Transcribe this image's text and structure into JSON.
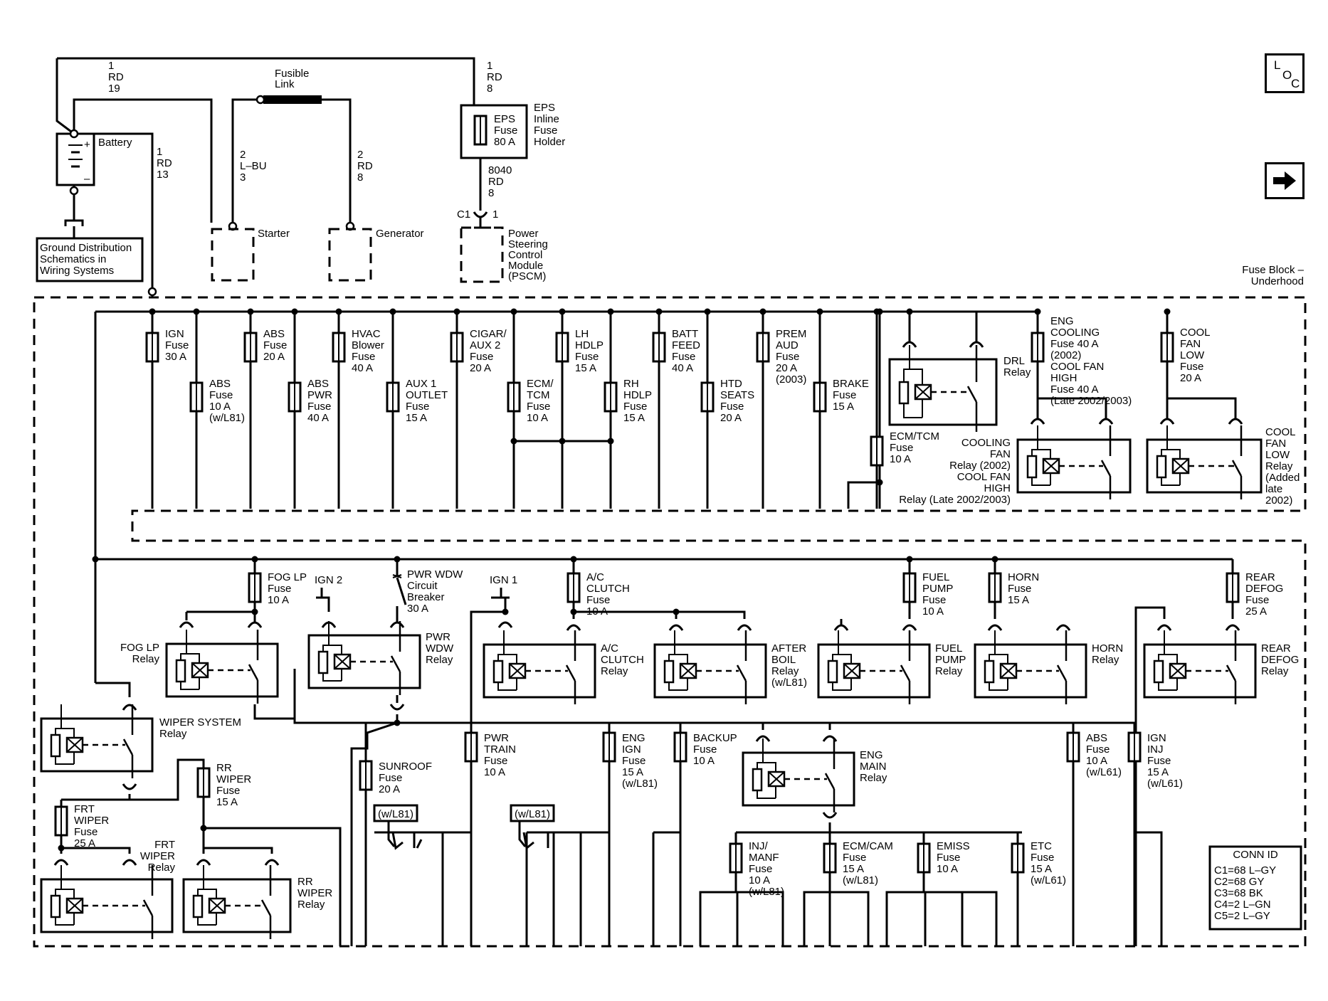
{
  "nav": {
    "loc_l": "L",
    "loc_o": "O",
    "loc_c": "C",
    "next_icon": "arrow-right-icon"
  },
  "top": {
    "wire_rd19": [
      "1",
      "RD",
      "19"
    ],
    "wire_rd8": [
      "1",
      "RD",
      "8"
    ],
    "wire_rd13": [
      "1",
      "RD",
      "13"
    ],
    "wire_lbu3": [
      "2",
      "L–BU",
      "3"
    ],
    "wire_rd8b": [
      "2",
      "RD",
      "8"
    ],
    "wire_8040": [
      "8040",
      "RD",
      "8"
    ],
    "fusible": [
      "Fusible",
      "Link"
    ],
    "battery": "Battery",
    "starter": "Starter",
    "generator": "Generator",
    "eps_fuse": [
      "EPS",
      "Fuse",
      "80 A"
    ],
    "eps_holder": [
      "EPS",
      "Inline",
      "Fuse",
      "Holder"
    ],
    "c1": "C1",
    "c1_pin": "1",
    "pscm": [
      "Power",
      "Steering",
      "Control",
      "Module",
      "(PSCM)"
    ],
    "ground_box": [
      "Ground Distribution",
      "Schematics in",
      "Wiring Systems"
    ],
    "fuse_block": [
      "Fuse Block –",
      "Underhood"
    ]
  },
  "row1_fuses": [
    [
      "IGN",
      "Fuse",
      "30 A"
    ],
    [
      "ABS",
      "Fuse",
      "10 A",
      "(w/L81)"
    ],
    [
      "ABS",
      "Fuse",
      "20 A"
    ],
    [
      "ABS",
      "PWR",
      "Fuse",
      "40 A"
    ],
    [
      "HVAC",
      "Blower",
      "Fuse",
      "40 A"
    ],
    [
      "AUX 1",
      "OUTLET",
      "Fuse",
      "15 A"
    ],
    [
      "CIGAR/",
      "AUX 2",
      "Fuse",
      "20 A"
    ],
    [
      "ECM/",
      "TCM",
      "Fuse",
      "10 A"
    ],
    [
      "LH",
      "HDLP",
      "Fuse",
      "15 A"
    ],
    [
      "RH",
      "HDLP",
      "Fuse",
      "15 A"
    ],
    [
      "BATT",
      "FEED",
      "Fuse",
      "40 A"
    ],
    [
      "HTD",
      "SEATS",
      "Fuse",
      "20 A"
    ],
    [
      "PREM",
      "AUD",
      "Fuse",
      "20 A",
      "(2003)"
    ],
    [
      "BRAKE",
      "Fuse",
      "15 A"
    ],
    [
      "ECM/TCM",
      "Fuse",
      "10 A"
    ],
    [
      "ENG",
      "COOLING",
      "Fuse  40 A",
      "(2002)",
      "COOL FAN",
      "HIGH",
      "Fuse  40 A",
      "(Late 2002/2003)"
    ],
    [
      "COOL",
      "FAN",
      "LOW",
      "Fuse",
      "20 A"
    ]
  ],
  "row1_relays": {
    "drl": [
      "DRL",
      "Relay"
    ],
    "cooling": [
      "COOLING",
      "FAN",
      "Relay (2002)",
      "COOL FAN",
      "HIGH",
      "Relay (Late 2002/2003)"
    ],
    "coolfanlow": [
      "COOL",
      "FAN",
      "LOW",
      "Relay",
      "(Added",
      "late",
      "2002)"
    ]
  },
  "row2": {
    "foglp_fuse": [
      "FOG LP",
      "Fuse",
      "10 A"
    ],
    "ign2": "IGN 2",
    "pwrwdw_cb": [
      "PWR WDW",
      "Circuit",
      "Breaker",
      "30 A"
    ],
    "ign1": "IGN 1",
    "ac_fuse": [
      "A/C",
      "CLUTCH",
      "Fuse",
      "10 A"
    ],
    "fuelpump_fuse": [
      "FUEL",
      "PUMP",
      "Fuse",
      "10 A"
    ],
    "horn_fuse": [
      "HORN",
      "Fuse",
      "15 A"
    ],
    "reardefog_fuse": [
      "REAR",
      "DEFOG",
      "Fuse",
      "25 A"
    ],
    "foglp_relay": [
      "FOG LP",
      "Relay"
    ],
    "pwrwdw_relay": [
      "PWR",
      "WDW",
      "Relay"
    ],
    "ac_relay": [
      "A/C",
      "CLUTCH",
      "Relay"
    ],
    "afterboil_relay": [
      "AFTER",
      "BOIL",
      "Relay",
      "(w/L81)"
    ],
    "fuelpump_relay": [
      "FUEL",
      "PUMP",
      "Relay"
    ],
    "horn_relay": [
      "HORN",
      "Relay"
    ],
    "reardefog_relay": [
      "REAR",
      "DEFOG",
      "Relay"
    ]
  },
  "row3": {
    "wiper_relay": [
      "WIPER SYSTEM",
      "Relay"
    ],
    "rrwiper_fuse": [
      "RR",
      "WIPER",
      "Fuse",
      "15 A"
    ],
    "frtwiper_fuse": [
      "FRT",
      "WIPER",
      "Fuse",
      "25 A"
    ],
    "frtwiper_relay": [
      "FRT",
      "WIPER",
      "Relay"
    ],
    "rrwiper_relay": [
      "RR",
      "WIPER",
      "Relay"
    ],
    "sunroof_fuse": [
      "SUNROOF",
      "Fuse",
      "20 A"
    ],
    "pwrtrain_fuse": [
      "PWR",
      "TRAIN",
      "Fuse",
      "10 A"
    ],
    "engign_fuse": [
      "ENG",
      "IGN",
      "Fuse",
      "15 A",
      "(w/L81)"
    ],
    "backup_fuse": [
      "BACKUP",
      "Fuse",
      "10 A"
    ],
    "engmain_relay": [
      "ENG",
      "MAIN",
      "Relay"
    ],
    "abs_fuse": [
      "ABS",
      "Fuse",
      "10 A",
      "(w/L61)"
    ],
    "igninj_fuse": [
      "IGN",
      "INJ",
      "Fuse",
      "15 A",
      "(w/L61)"
    ],
    "wl81_a": "(w/L81)",
    "wl81_b": "(w/L81)",
    "injmanf_fuse": [
      "INJ/",
      "MANF",
      "Fuse",
      "10 A",
      "(w/L81)"
    ],
    "ecmcam_fuse": [
      "ECM/CAM",
      "Fuse",
      "15 A",
      "(w/L81)"
    ],
    "emiss_fuse": [
      "EMISS",
      "Fuse",
      "10 A"
    ],
    "etc_fuse": [
      "ETC",
      "Fuse",
      "15 A",
      "(w/L61)"
    ]
  },
  "conn_id": {
    "title": "CONN ID",
    "rows": [
      "C1=68 L–GY",
      "C2=68 GY",
      "C3=68 BK",
      "C4=2 L–GN",
      "C5=2 L–GY"
    ]
  }
}
